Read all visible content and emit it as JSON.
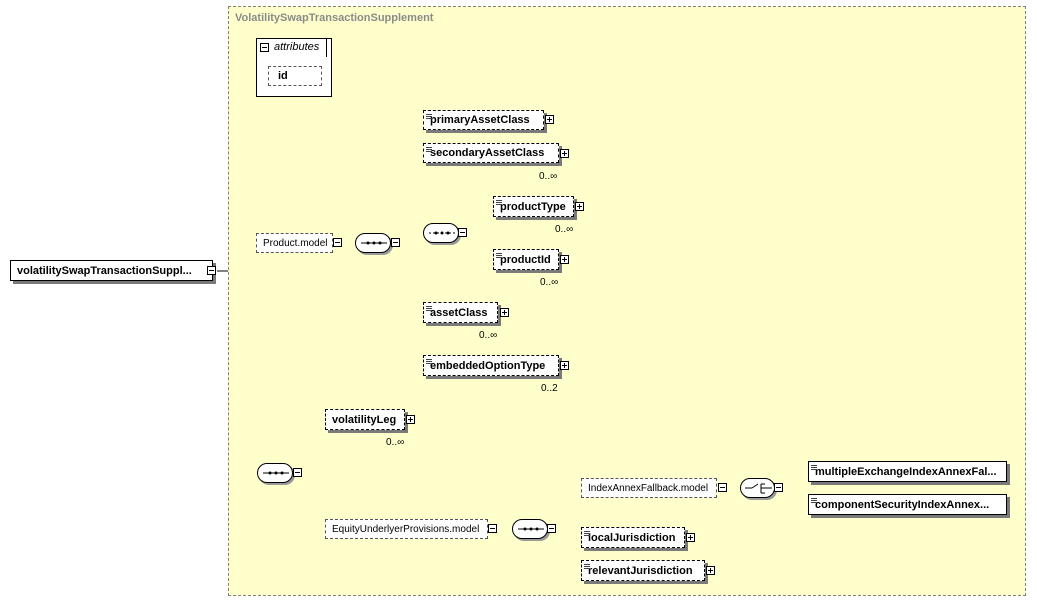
{
  "container": {
    "title": "VolatilitySwapTransactionSupplement"
  },
  "root": {
    "label": "volatilitySwapTransactionSuppl..."
  },
  "attributes": {
    "tab_label": "attributes",
    "id_label": "id"
  },
  "product_model": {
    "label": "Product.model"
  },
  "elements": {
    "primary_asset_class": "primaryAssetClass",
    "secondary_asset_class": "secondaryAssetClass",
    "secondary_asset_class_card": "0..∞",
    "product_type": "productType",
    "product_type_card": "0..∞",
    "product_id": "productId",
    "product_id_card": "0..∞",
    "asset_class": "assetClass",
    "asset_class_card": "0..∞",
    "embedded_option_type": "embeddedOptionType",
    "embedded_option_type_card": "0..2",
    "volatility_leg": "volatilityLeg",
    "volatility_leg_card": "0..∞",
    "equity_underlyer_provisions": "EquityUnderlyerProvisions.model",
    "index_annex_fallback": "IndexAnnexFallback.model",
    "multiple_exchange": "multipleExchangeIndexAnnexFal...",
    "component_security": "componentSecurityIndexAnnex...",
    "local_jurisdiction": "localJurisdiction",
    "relevant_jurisdiction": "relevantJurisdiction"
  },
  "colors": {
    "container_fill": "#ffffcc",
    "container_border": "#808080",
    "shadow": "#7a7a7a"
  }
}
